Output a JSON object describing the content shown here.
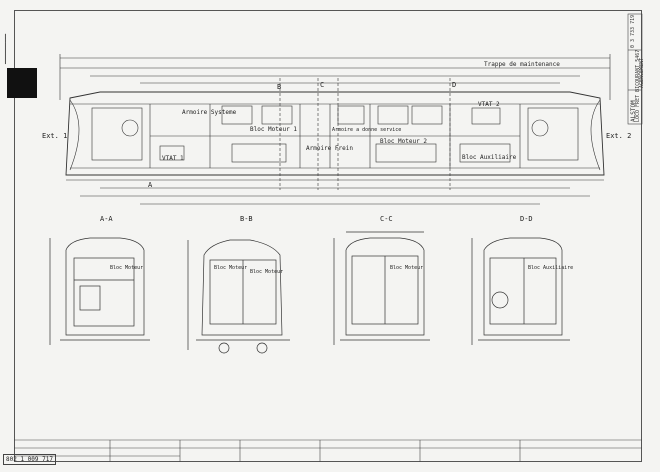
{
  "sheet": {
    "drawing_number": "802 1 009 717",
    "company": "ALSTOM",
    "title_block_lines": [
      "LOCO FRET BICOURANT 5467",
      "AGENCEMENT"
    ],
    "title_block_ref": "0 3 733 719"
  },
  "side_view": {
    "end_left": "Ext. 1",
    "end_right": "Ext. 2",
    "blocks": [
      "Bloc Moteur 1",
      "Bloc Moteur 2",
      "Bloc Auxiliaire"
    ],
    "cabinets": [
      "Armoire Systeme",
      "Armoire Frein",
      "Armoire a donne service"
    ],
    "section_marks": [
      "A",
      "B",
      "C",
      "D"
    ],
    "top_note": "Trappe de maintenance",
    "vent_labels": [
      "VTAT 1",
      "VTAT 2"
    ]
  },
  "sections": [
    {
      "label": "A-A",
      "inner": [
        "Bloc Moteur"
      ]
    },
    {
      "label": "B-B",
      "inner": [
        "Bloc Moteur",
        "Bloc Moteur"
      ]
    },
    {
      "label": "C-C",
      "inner": [
        "Bloc Moteur"
      ]
    },
    {
      "label": "D-D",
      "inner": [
        "Bloc Auxiliaire"
      ]
    }
  ],
  "colors": {
    "ink": "#222222",
    "paper": "#f4f4f2",
    "block": "#111111"
  }
}
